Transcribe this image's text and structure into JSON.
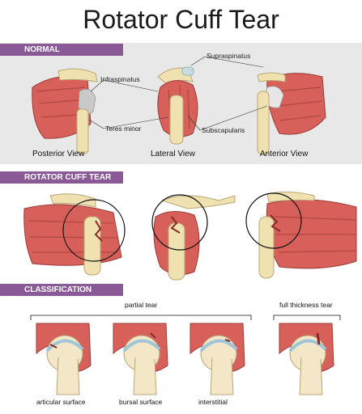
{
  "title": "Rotator Cuff Tear",
  "sections": {
    "normal": "NORMAL",
    "tear": "ROTATOR CUFF TEAR",
    "classification": "CLASSIFICATION"
  },
  "normal": {
    "labels": {
      "supraspinatus": "Supraspinatus",
      "infraspinatus": "Infraspinatus",
      "teres_minor": "Teres minor",
      "subscapularis": "Subscapularis"
    },
    "views": [
      "Posterior View",
      "Lateral View",
      "Anterior View"
    ]
  },
  "classification": {
    "partial_tear": "partial tear",
    "full_thickness_tear": "full thickness tear",
    "captions": [
      "articular surface",
      "bursal surface",
      "interstitial"
    ]
  },
  "colors": {
    "section_bar": "#8a5a96",
    "muscle": "#d8605a",
    "bone": "#efe2b0",
    "gray_panel": "#e8e8e8"
  }
}
